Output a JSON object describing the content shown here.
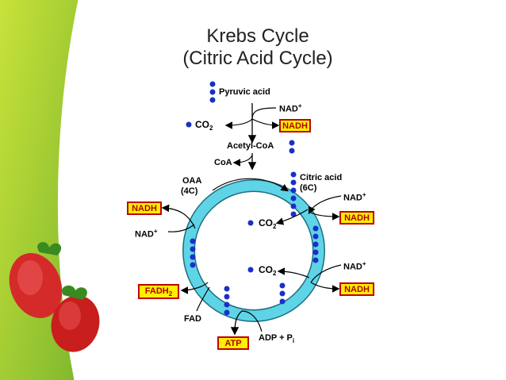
{
  "title": {
    "line1": "Krebs Cycle",
    "line2": "(Citric Acid Cycle)"
  },
  "labels": {
    "pyruvic_acid": "Pyruvic acid",
    "nad_top": "NAD",
    "nad_sup": "+",
    "co2_top": "CO",
    "co2_sub": "2",
    "nadh": "NADH",
    "acetyl_coa": "Acetyl-CoA",
    "coa": "CoA",
    "oaa": "OAA",
    "oaa_4c": "(4C)",
    "citric_acid": "Citric acid",
    "citric_6c": "(6C)",
    "nad_plus": "NAD",
    "plus": "+",
    "co2": "CO",
    "two": "2",
    "fadh": "FADH",
    "fad": "FAD",
    "atp": "ATP",
    "adp": "ADP + P",
    "adp_sub": "i"
  },
  "colors": {
    "ring": "#5fd4e6",
    "dot": "#1a2fc8",
    "box_fill": "#ffef00",
    "box_border": "#c40000",
    "green": "#8cc63f"
  }
}
